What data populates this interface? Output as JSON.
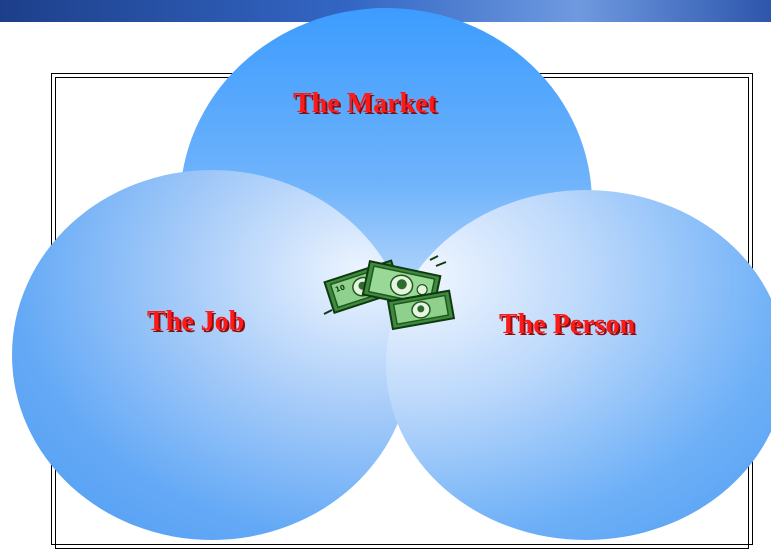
{
  "diagram": {
    "circles": [
      {
        "id": "market",
        "label": "The Market"
      },
      {
        "id": "job",
        "label": "The Job"
      },
      {
        "id": "person",
        "label": "The Person"
      }
    ],
    "center_icon": "money-icon",
    "colors": {
      "label": "#ff1a1a",
      "circle_blue": "#4d9bf2",
      "top_band": "#3366c4"
    }
  }
}
